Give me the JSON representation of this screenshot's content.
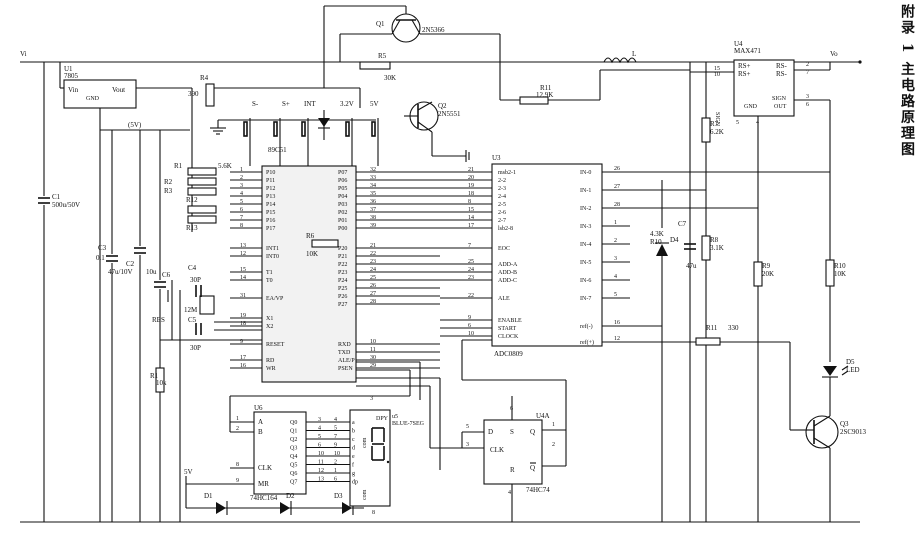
{
  "caption": "附录 1 主电路原理图",
  "nets": {
    "vi": "Vi",
    "vo": "Vo",
    "v5": "(5V)",
    "v5b": "5V",
    "v5c": "5V"
  },
  "u1": {
    "ref": "U1",
    "part": "7805",
    "vin": "Vin",
    "vout": "Vout",
    "gnd": "GND"
  },
  "caps": {
    "c1": "C1",
    "c1v": "500u/50V",
    "c2": "C2",
    "c2v": "47u/10V",
    "c3": "C3",
    "c3v": "0.1",
    "c4": "C4",
    "c4v": "30P",
    "c5": "C5",
    "c5v": "30P",
    "c6": "C6",
    "c6v": "10u",
    "c7": "C7",
    "c7v": "47u"
  },
  "res": {
    "r1": "R1",
    "r1v": "5.6K",
    "r2": "R2",
    "r3": "R3",
    "r4": "R4",
    "r4v": "390",
    "r5": "R5",
    "r5v": "30K",
    "r6": "R6",
    "r6v": "10K",
    "r7": "R7",
    "r7v": "6.2K",
    "r8": "R8",
    "r8v": "3.1K",
    "r9": "R9",
    "r9v": "20K",
    "r10": "R10",
    "r10v": "10K",
    "r10b": "R10",
    "r10bv": "4.3K",
    "r11": "R11",
    "r11v": "12.9K",
    "r11b": "R11",
    "r11bv": "330",
    "r12": "R12",
    "r13": "R13",
    "r1b": "R1",
    "r1bv": "10k",
    "res": "RES"
  },
  "switches": [
    "S-",
    "S+",
    "INT",
    "3.2V",
    "5V"
  ],
  "at89": "89C51",
  "u8051": {
    "leftPins": [
      {
        "num": "1",
        "name": "P10"
      },
      {
        "num": "2",
        "name": "P11"
      },
      {
        "num": "3",
        "name": "P12"
      },
      {
        "num": "4",
        "name": "P13"
      },
      {
        "num": "5",
        "name": "P14"
      },
      {
        "num": "6",
        "name": "P15"
      },
      {
        "num": "7",
        "name": "P16"
      },
      {
        "num": "8",
        "name": "P17"
      },
      {
        "num": "13",
        "name": "INT1"
      },
      {
        "num": "12",
        "name": "INT0"
      },
      {
        "num": "15",
        "name": "T1"
      },
      {
        "num": "14",
        "name": "T0"
      },
      {
        "num": "31",
        "name": "EA/VP"
      },
      {
        "num": "19",
        "name": "X1"
      },
      {
        "num": "18",
        "name": "X2"
      },
      {
        "num": "9",
        "name": "RESET"
      },
      {
        "num": "17",
        "name": "RD"
      },
      {
        "num": "16",
        "name": "WR"
      }
    ],
    "rightPins": [
      {
        "num": "32",
        "name": "P07"
      },
      {
        "num": "33",
        "name": "P06"
      },
      {
        "num": "34",
        "name": "P05"
      },
      {
        "num": "35",
        "name": "P04"
      },
      {
        "num": "36",
        "name": "P03"
      },
      {
        "num": "37",
        "name": "P02"
      },
      {
        "num": "38",
        "name": "P01"
      },
      {
        "num": "39",
        "name": "P00"
      },
      {
        "num": "21",
        "name": "P20"
      },
      {
        "num": "22",
        "name": "P21"
      },
      {
        "num": "23",
        "name": "P22"
      },
      {
        "num": "24",
        "name": "P23"
      },
      {
        "num": "25",
        "name": "P24"
      },
      {
        "num": "26",
        "name": "P25"
      },
      {
        "num": "27",
        "name": "P26"
      },
      {
        "num": "28",
        "name": "P27"
      },
      {
        "num": "10",
        "name": "RXD"
      },
      {
        "num": "11",
        "name": "TXD"
      },
      {
        "num": "30",
        "name": "ALE/P"
      },
      {
        "num": "29",
        "name": "PSEN"
      }
    ]
  },
  "xtal": "12M",
  "u3": {
    "ref": "U3",
    "part": "ADC0809",
    "leftPins": [
      {
        "num": "21",
        "name": "msb2-1"
      },
      {
        "num": "20",
        "name": "2-2"
      },
      {
        "num": "19",
        "name": "2-3"
      },
      {
        "num": "18",
        "name": "2-4"
      },
      {
        "num": "8",
        "name": "2-5"
      },
      {
        "num": "15",
        "name": "2-6"
      },
      {
        "num": "14",
        "name": "2-7"
      },
      {
        "num": "17",
        "name": "lsb2-8"
      },
      {
        "num": "7",
        "name": "EOC"
      },
      {
        "num": "25",
        "name": "ADD-A"
      },
      {
        "num": "24",
        "name": "ADD-B"
      },
      {
        "num": "23",
        "name": "ADD-C"
      },
      {
        "num": "22",
        "name": "ALE"
      },
      {
        "num": "9",
        "name": "ENABLE"
      },
      {
        "num": "6",
        "name": "START"
      },
      {
        "num": "10",
        "name": "CLOCK"
      }
    ],
    "rightPins": [
      {
        "num": "26",
        "name": "IN-0"
      },
      {
        "num": "27",
        "name": "IN-1"
      },
      {
        "num": "28",
        "name": "IN-2"
      },
      {
        "num": "1",
        "name": "IN-3"
      },
      {
        "num": "2",
        "name": "IN-4"
      },
      {
        "num": "3",
        "name": "IN-5"
      },
      {
        "num": "4",
        "name": "IN-6"
      },
      {
        "num": "5",
        "name": "IN-7"
      },
      {
        "num": "16",
        "name": "ref(-)"
      },
      {
        "num": "12",
        "name": "ref(+)"
      }
    ]
  },
  "u4": {
    "ref": "U4",
    "part": "MAX471",
    "rsp1": "RS+",
    "rsp2": "RS+",
    "rsm1": "RS-",
    "rsm2": "RS-",
    "gnd": "GND",
    "sign": "SIGN",
    "out": "OUT",
    "signv": "SIGN",
    "p15": "15",
    "p10": "10",
    "p2": "2",
    "p7": "7",
    "p3": "3",
    "p6": "6",
    "p5": "5",
    "p4": "4"
  },
  "inductor": "L",
  "q1": {
    "ref": "Q1",
    "part": "2N5366"
  },
  "q2": {
    "ref": "Q2",
    "part": "2N5551"
  },
  "q3": {
    "ref": "Q3",
    "part": "2SC9013"
  },
  "d4": "D4",
  "d5": {
    "ref": "D5",
    "part": "LED"
  },
  "u6": {
    "ref": "U6",
    "part": "74HC164",
    "a": "A",
    "b": "B",
    "clk": "CLK",
    "mr": "MR",
    "outs": [
      "Q0",
      "Q1",
      "Q2",
      "Q3",
      "Q4",
      "Q5",
      "Q6",
      "Q7"
    ],
    "pins": [
      "3",
      "4",
      "5",
      "6",
      "10",
      "11",
      "12",
      "13"
    ],
    "pa": "1",
    "pb": "2",
    "pclk": "8",
    "pmr": "9"
  },
  "dpy": {
    "label": "DPY",
    "segs": [
      "a",
      "b",
      "c",
      "d",
      "e",
      "f",
      "g",
      "dp"
    ],
    "pins": [
      "4",
      "5",
      "7",
      "9",
      "10",
      "2",
      "1",
      "6"
    ],
    "com": "com",
    "u5": "u5",
    "blue": "BLUE-7SEG"
  },
  "u4a": {
    "ref": "U4A",
    "part": "74HC74",
    "d": "D",
    "s": "S",
    "q": "Q",
    "clk": "CLK",
    "r": "R",
    "qn": "Q",
    "p5": "5",
    "p3": "3",
    "p1": "1",
    "p2": "2",
    "p4": "4",
    "p6": "6"
  },
  "diodes": [
    "D1",
    "D2",
    "D3"
  ],
  "misc": {
    "p8": "8",
    "p9": "9"
  }
}
